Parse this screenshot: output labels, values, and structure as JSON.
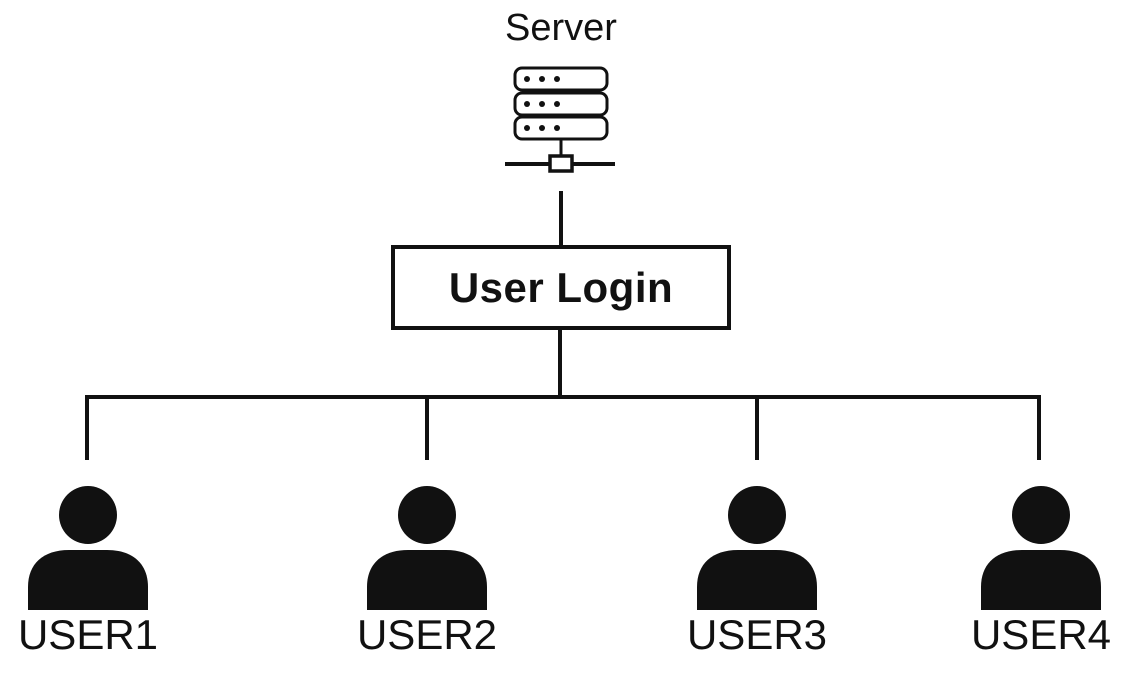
{
  "diagram": {
    "colors": {
      "ink": "#111111",
      "background": "#ffffff"
    },
    "server": {
      "label": "Server",
      "icon": "server-stack-icon"
    },
    "login_box": {
      "label": "User Login"
    },
    "users": [
      {
        "label": "USER1",
        "icon": "person-icon"
      },
      {
        "label": "USER2",
        "icon": "person-icon"
      },
      {
        "label": "USER3",
        "icon": "person-icon"
      },
      {
        "label": "USER4",
        "icon": "person-icon"
      }
    ]
  }
}
